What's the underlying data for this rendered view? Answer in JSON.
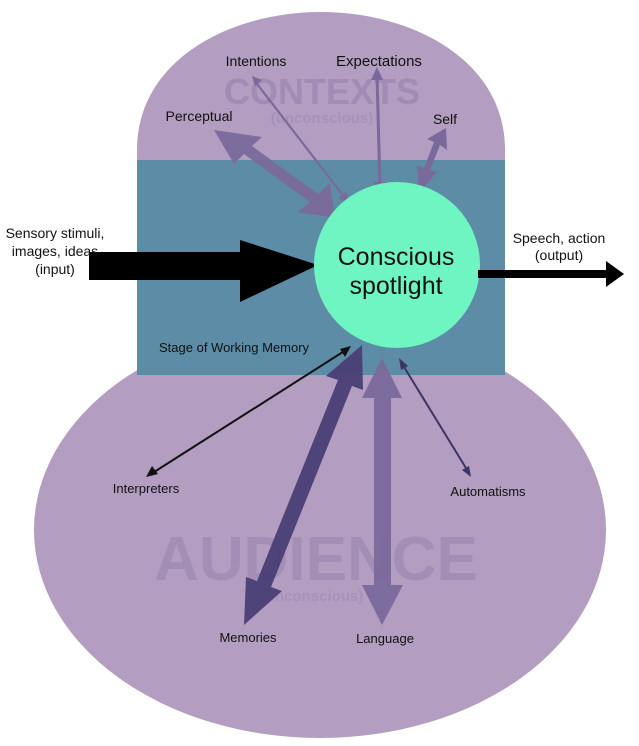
{
  "diagram": {
    "title": "Global Workspace Theory",
    "regions": {
      "contexts": {
        "label": "CONTEXTS",
        "sublabel": "(unconscious)"
      },
      "stage": {
        "label": "Stage of Working Memory"
      },
      "spotlight": {
        "line1": "Conscious",
        "line2": "spotlight"
      },
      "audience": {
        "label": "AUDIENCE",
        "sublabel": "(unconscious)"
      }
    },
    "context_items": {
      "intentions": "Intentions",
      "expectations": "Expectations",
      "perceptual": "Perceptual",
      "self": "Self"
    },
    "input": {
      "line1": "Sensory stimuli,",
      "line2": "images, ideas",
      "line3": "(input)"
    },
    "output": {
      "line1": "Speech, action",
      "line2": "(output)"
    },
    "audience_items": {
      "interpreters": "Interpreters",
      "automatisms": "Automatisms",
      "memories": "Memories",
      "language": "Language"
    },
    "colors": {
      "region_purple": "#b39dc0",
      "stage_teal": "#5d8ca6",
      "spotlight_green": "#6ff5c1",
      "arrow_light": "#7a6a9c",
      "arrow_dark": "#4a3f75",
      "input_arrow": "#000000"
    }
  }
}
